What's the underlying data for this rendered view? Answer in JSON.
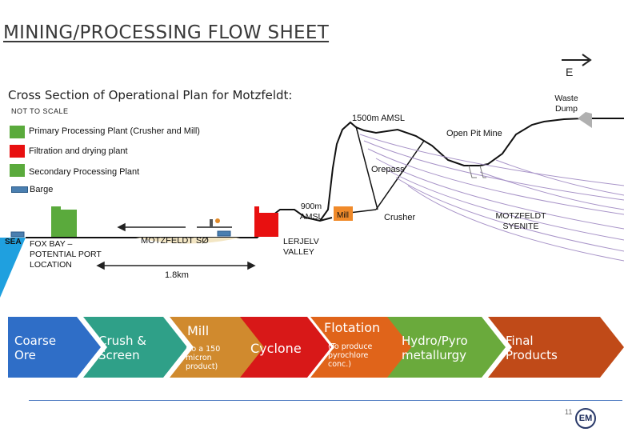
{
  "header": {
    "title": "MINING/PROCESSING FLOW SHEET",
    "subtitle": "Cross Section of Operational Plan for Motzfeldt:",
    "scale_note": "NOT TO SCALE",
    "direction": "E"
  },
  "legend": [
    {
      "label": "Primary Processing Plant (Crusher and Mill)",
      "color": "#f08a2a"
    },
    {
      "label": "Filtration and drying plant",
      "color": "#e81010"
    },
    {
      "label": "Secondary Processing Plant",
      "color": "#5aaa3c"
    },
    {
      "label": "Barge",
      "color": "#4a7fb0"
    }
  ],
  "section_labels": {
    "waste_dump": "Waste Dump",
    "amsl_1500": "1500m AMSL",
    "open_pit": "Open Pit Mine",
    "orepass": "Orepass",
    "amsl_900": "900m AMSL",
    "mill": "Mill",
    "crusher": "Crusher",
    "syenite": "MOTZFELDT SYENITE",
    "sea": "SEA",
    "fox_bay": "FOX BAY – POTENTIAL PORT LOCATION",
    "motzfeldt_so": "MOTZFELDT SØ",
    "lerjelv": "LERJELV VALLEY",
    "distance": "1.8km"
  },
  "flow": [
    {
      "title": "Coarse Ore",
      "note": "",
      "color": "#2f6ec7"
    },
    {
      "title": "Crush & Screen",
      "note": "",
      "color": "#2fa088"
    },
    {
      "title": "Mill",
      "note": "(to a 150 micron product)",
      "color": "#d08a2e"
    },
    {
      "title": "Cyclone",
      "note": "",
      "color": "#d81818"
    },
    {
      "title": "Flotation",
      "note": "(To produce pyrochlore conc.)",
      "color": "#e0641a"
    },
    {
      "title": "Hydro/Pyro metallurgy",
      "note": "",
      "color": "#6aaa3c"
    },
    {
      "title": "Final Products",
      "note": "",
      "color": "#c04a18"
    }
  ],
  "footer": {
    "page_number": "11",
    "logo_text": "EM"
  }
}
